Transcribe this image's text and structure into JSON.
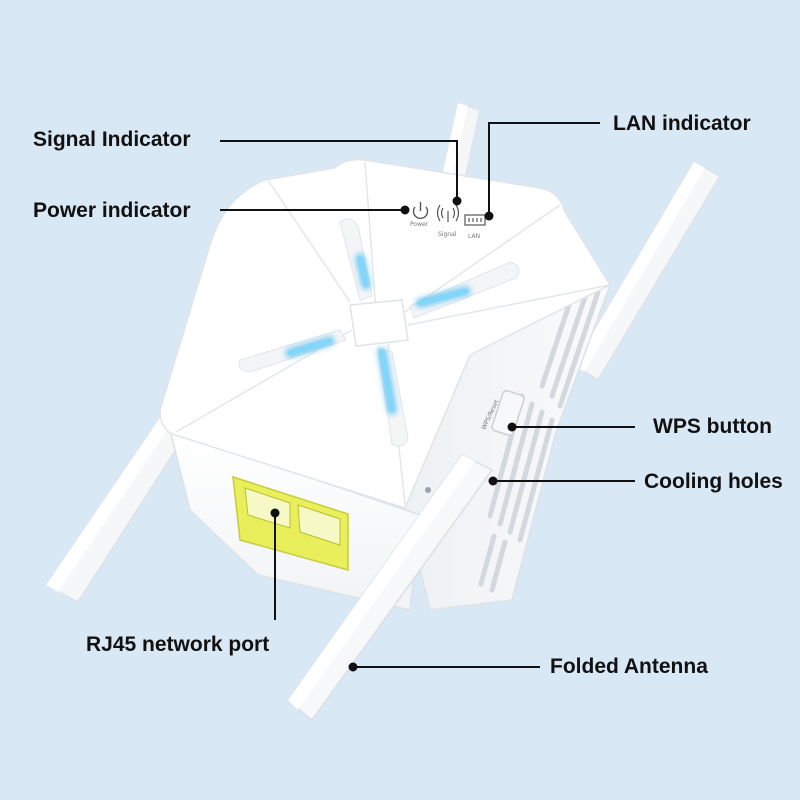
{
  "labels": {
    "signal_indicator": "Signal Indicator",
    "power_indicator": "Power indicator",
    "lan_indicator": "LAN indicator",
    "wps_button": "WPS button",
    "cooling_holes": "Cooling holes",
    "rj45_port": "RJ45 network port",
    "folded_antenna": "Folded Antenna"
  },
  "device_marks": {
    "power": "Power",
    "signal": "Signal",
    "lan": "LAN",
    "wps": "WPS/Reset"
  },
  "colors": {
    "background": "#d9e8f5",
    "device_body": "#ffffff",
    "led_glow": "#38b6f0",
    "port_yellow": "#e8ef5a",
    "leader_line": "#111111"
  }
}
